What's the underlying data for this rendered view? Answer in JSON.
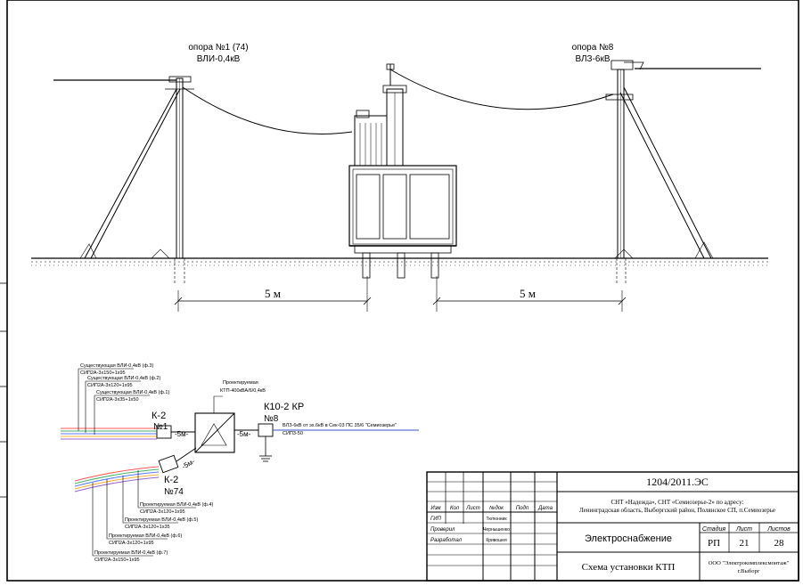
{
  "poles": {
    "left": {
      "title": "опора №1 (74)",
      "subtitle": "ВЛИ-0,4кВ"
    },
    "right": {
      "title": "опора №8",
      "subtitle": "ВЛЗ-6кВ"
    }
  },
  "dimensions": {
    "left": "5 м",
    "right": "5 м"
  },
  "scheme": {
    "existing_lines": [
      {
        "name": "Существующая ВЛИ-0,4кВ (ф.3)",
        "cable": "СИП2А-3х150+1х95"
      },
      {
        "name": "Существующая ВЛИ-0,4кВ (ф.2)",
        "cable": "СИП2А-3х120+1х95"
      },
      {
        "name": "Существующая ВЛИ-0,4кВ (ф.1)",
        "cable": "СИП2А-3х35+1х50"
      }
    ],
    "projected_lines": [
      {
        "name": "Проектируемая ВЛИ-0,4кВ (ф.4)",
        "cable": "СИП2А-3х120+1х95"
      },
      {
        "name": "Проектируемая ВЛИ-0,4кВ (ф.5)",
        "cable": "СИП2А-3х120+1х35"
      },
      {
        "name": "Проектируемая ВЛИ-0,4кВ (ф.6)",
        "cable": "СИП2А-3х120+1х95"
      },
      {
        "name": "Проектируемая ВЛИ-0,4кВ (ф.7)",
        "cable": "СИП2А-3х150+1х95"
      }
    ],
    "ktp_label_1": "Проектируемая",
    "ktp_label_2": "КТП-400кВА/6/0,4кВ",
    "k2_top": "К-2",
    "k2_top_num": "№1",
    "k2_bottom": "К-2",
    "k2_bottom_num": "№74",
    "k10": "К10-2 КР",
    "k10_num": "№8",
    "dist_1": "-5м-",
    "dist_2": "-5м-",
    "dist_3": "-5м-",
    "vlz_line": "ВЛЗ-6кВ от эх.6кВ в Сек-03 ПС 35/6 \"Семиозерье\"",
    "vlz_cable": "СИП3-50"
  },
  "stamp": {
    "code": "1204/2011.ЭС",
    "desc_1": "СНТ «Надежда», СНТ «Семиозерье-2» по адресу:",
    "desc_2": "Ленинградская область, Выборгский район, Полянское СП, п.Семиозерье",
    "headers": [
      "Изм",
      "Кол",
      "Лист",
      "№док",
      "Подп",
      "Дата"
    ],
    "roles": [
      {
        "role": "ГИП",
        "name": "Тютюнник"
      },
      {
        "role": "Проверил",
        "name": "Чернышенко"
      },
      {
        "role": "Разработал",
        "name": "Кривошея"
      }
    ],
    "section": "Электроснабжение",
    "sheet_title": "Схема установки КТП",
    "stage_label": "Стадия",
    "sheet_label": "Лист",
    "sheets_label": "Листов",
    "stage": "РП",
    "sheet": "21",
    "sheets": "28",
    "company_1": "ООО \"Электрокомплексмонтаж\"",
    "company_2": "г.Выборг"
  }
}
